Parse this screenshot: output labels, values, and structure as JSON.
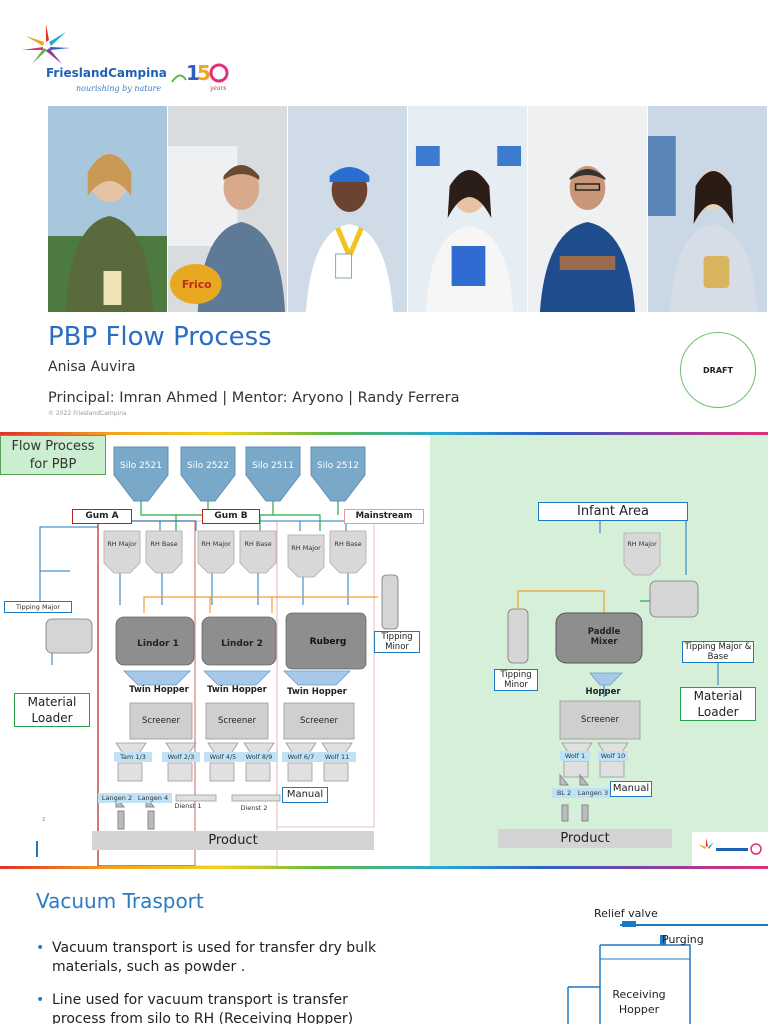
{
  "slide1": {
    "brand": "FrieslandCampina",
    "tagline": "nourishing by nature",
    "anniversary": "150 years",
    "title": "PBP Flow Process",
    "author": "Anisa Auvira",
    "credits": "Principal: Imran Ahmed | Mentor: Aryono | Randy Ferrera",
    "copyright": "© 2022 FrieslandCampina",
    "draft": "DRAFT",
    "photo_products": [
      "Frico"
    ]
  },
  "slide2": {
    "flow_title": "Flow Process for PBP",
    "silos": [
      "Silo 2521",
      "Silo 2522",
      "Silo 2511",
      "Silo 2512"
    ],
    "gum_a": "Gum A",
    "gum_b": "Gum B",
    "mainstream": "Mainstream",
    "rh_major": "RH Major",
    "rh_base": "RH Base",
    "tipping_major": "Tipping Major",
    "tipping_minor": "Tipping Minor",
    "material_loader": "Material Loader",
    "mixers": [
      "Lindor 1",
      "Lindor 2",
      "Ruberg"
    ],
    "twin_hopper": "Twin Hopper",
    "screener": "Screener",
    "wolf_left": [
      "Tam 1/3",
      "Wolf 2/3",
      "Wolf 4/5",
      "Wolf 8/9",
      "Wolf 6/7",
      "Wolf 11"
    ],
    "langen": [
      "Langen 2",
      "Langen 4"
    ],
    "dienst": [
      "Dienst 1",
      "Dienst 2"
    ],
    "manual": "Manual",
    "product": "Product",
    "infant_area": "Infant Area",
    "paddle_mixer": "Paddle Mixer",
    "hopper": "Hopper",
    "tipping_major_base": "Tipping Major & Base",
    "wolf_right": [
      "Wolf 1",
      "Wolf 10"
    ],
    "bl_right": [
      "BL 2",
      "Langen 3"
    ],
    "page_num": "2",
    "colors": {
      "right_panel": "#d6efd8",
      "gum_border": "#b22222",
      "flow_blue": "#1e78c2",
      "flow_green": "#2aa84a",
      "flow_orange": "#f0a030"
    }
  },
  "slide3": {
    "title": "Vacuum Trasport",
    "bullets": [
      "Vacuum transport is used for transfer dry bulk materials, such as powder .",
      "Line used for vacuum transport is transfer process from silo to RH (Receiving Hopper)"
    ],
    "relief_valve": "Relief valve",
    "purging": "Purging",
    "receiving_hopper": "Receiving Hopper"
  }
}
